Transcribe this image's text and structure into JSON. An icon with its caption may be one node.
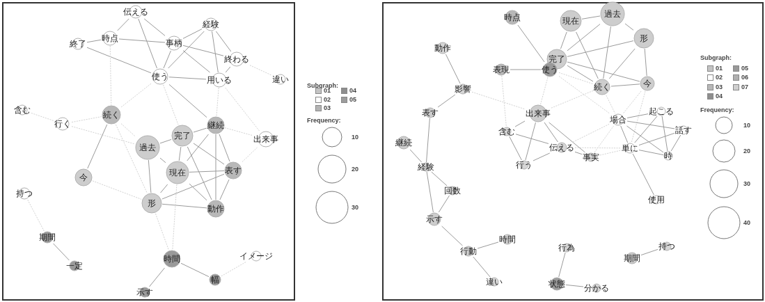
{
  "diagram": {
    "nodes": [
      {
        "text": [
          "伝える"
        ]
      },
      {
        "text": [
          "経験"
        ]
      },
      {
        "text": [
          "時点"
        ]
      },
      {
        "text": [
          "終了"
        ]
      },
      {
        "text": [
          "事柄"
        ]
      },
      {
        "text": [
          "終わる"
        ]
      },
      {
        "text": [
          "使う"
        ]
      },
      {
        "text": [
          "用いる"
        ]
      },
      {
        "text": [
          "違い"
        ]
      },
      {
        "text": [
          "含む"
        ]
      },
      {
        "text": [
          "行く"
        ]
      },
      {
        "text": [
          "続く"
        ]
      },
      {
        "text": [
          "継続"
        ]
      },
      {
        "text": [
          "出来事"
        ]
      },
      {
        "text": [
          "完了"
        ]
      },
      {
        "text": [
          "過去"
        ]
      },
      {
        "text": [
          "現在"
        ]
      },
      {
        "text": [
          "今"
        ]
      },
      {
        "text": [
          "表す"
        ]
      },
      {
        "text": [
          "形"
        ]
      },
      {
        "text": [
          "動作"
        ]
      },
      {
        "text": [
          "持つ"
        ]
      },
      {
        "text": [
          "期間"
        ]
      },
      {
        "text": [
          "時間"
        ]
      },
      {
        "text": [
          "イメージ"
        ]
      },
      {
        "text": [
          "一定"
        ]
      },
      {
        "text": [
          "幅"
        ]
      },
      {
        "text": [
          "示す"
        ]
      },
      {
        "text": [
          "現在"
        ]
      },
      {
        "text": [
          "過去"
        ]
      },
      {
        "text": [
          "時点"
        ]
      },
      {
        "text": [
          "完了"
        ]
      },
      {
        "text": [
          "形"
        ]
      },
      {
        "text": [
          "動作"
        ]
      },
      {
        "text": [
          "表現"
        ]
      },
      {
        "text": [
          "使う"
        ]
      },
      {
        "text": [
          "続く"
        ]
      },
      {
        "text": [
          "今"
        ]
      },
      {
        "text": [
          "影響"
        ]
      },
      {
        "text": [
          "表す"
        ]
      },
      {
        "text": [
          "出来事"
        ]
      },
      {
        "text": [
          "場合"
        ]
      },
      {
        "text": [
          "起こる"
        ]
      },
      {
        "text": [
          "話す"
        ]
      },
      {
        "text": [
          "含む"
        ]
      },
      {
        "text": [
          "継続"
        ]
      },
      {
        "text": [
          "伝える"
        ]
      },
      {
        "text": [
          "単に"
        ]
      },
      {
        "text": [
          "事実"
        ]
      },
      {
        "text": [
          "時"
        ]
      },
      {
        "text": [
          "行う"
        ]
      },
      {
        "text": [
          "経験"
        ]
      },
      {
        "text": [
          "回数"
        ]
      },
      {
        "text": [
          "使用"
        ]
      },
      {
        "text": [
          "示す"
        ]
      },
      {
        "text": [
          "時間"
        ]
      },
      {
        "text": [
          "行為"
        ]
      },
      {
        "text": [
          "持つ"
        ]
      },
      {
        "text": [
          "行動"
        ]
      },
      {
        "text": [
          "期間"
        ]
      },
      {
        "text": [
          "違い"
        ]
      },
      {
        "text": [
          "状態"
        ]
      },
      {
        "text": [
          "分かる"
        ]
      }
    ],
    "edges": [
      {
        "from": 0,
        "to": 2,
        "arrow": "none"
      },
      {
        "from": 0,
        "to": 4,
        "arrow": "none"
      },
      {
        "from": 0,
        "to": 6,
        "arrow": "none"
      },
      {
        "from": 2,
        "to": 3,
        "arrow": "none"
      },
      {
        "from": 2,
        "to": 4,
        "arrow": "none"
      },
      {
        "from": 3,
        "to": 6,
        "arrow": "none"
      },
      {
        "from": 4,
        "to": 6,
        "arrow": "none"
      },
      {
        "from": 4,
        "to": 1,
        "arrow": "none"
      },
      {
        "from": 4,
        "to": 5,
        "arrow": "none"
      },
      {
        "from": 4,
        "to": 7,
        "arrow": "none"
      },
      {
        "from": 1,
        "to": 6,
        "arrow": "none"
      },
      {
        "from": 1,
        "to": 7,
        "arrow": "none"
      },
      {
        "from": 1,
        "to": 5,
        "arrow": "none"
      },
      {
        "from": 6,
        "to": 7,
        "arrow": "none"
      },
      {
        "from": 5,
        "to": 7,
        "arrow": "none"
      },
      {
        "from": 5,
        "to": 8,
        "arrow": "none",
        "style": "dashed"
      },
      {
        "from": 2,
        "to": 11,
        "arrow": "none",
        "style": "dashed"
      },
      {
        "from": 6,
        "to": 11,
        "arrow": "none",
        "style": "dashed"
      },
      {
        "from": 6,
        "to": 14,
        "arrow": "none",
        "style": "dashed"
      },
      {
        "from": 6,
        "to": 12,
        "arrow": "none"
      },
      {
        "from": 7,
        "to": 12,
        "arrow": "none",
        "style": "dashed"
      },
      {
        "from": 7,
        "to": 13,
        "arrow": "none",
        "style": "dashed"
      },
      {
        "from": 9,
        "to": 10,
        "arrow": "none",
        "style": "dashed"
      },
      {
        "from": 10,
        "to": 11,
        "arrow": "none",
        "style": "dashed"
      },
      {
        "from": 10,
        "to": 15,
        "arrow": "none",
        "style": "dashed"
      },
      {
        "from": 11,
        "to": 17,
        "arrow": "none"
      },
      {
        "from": 11,
        "to": 15,
        "arrow": "none",
        "style": "dashed"
      },
      {
        "from": 11,
        "to": 19,
        "arrow": "none",
        "style": "dashed"
      },
      {
        "from": 12,
        "to": 13,
        "arrow": "none",
        "style": "dashed"
      },
      {
        "from": 12,
        "to": 14,
        "arrow": "none"
      },
      {
        "from": 12,
        "to": 18,
        "arrow": "none"
      },
      {
        "from": 12,
        "to": 20,
        "arrow": "none"
      },
      {
        "from": 12,
        "to": 16,
        "arrow": "none"
      },
      {
        "from": 14,
        "to": 15,
        "arrow": "none"
      },
      {
        "from": 14,
        "to": 16,
        "arrow": "none"
      },
      {
        "from": 14,
        "to": 18,
        "arrow": "none"
      },
      {
        "from": 14,
        "to": 20,
        "arrow": "none"
      },
      {
        "from": 15,
        "to": 16,
        "arrow": "none"
      },
      {
        "from": 15,
        "to": 19,
        "arrow": "none"
      },
      {
        "from": 16,
        "to": 19,
        "arrow": "none"
      },
      {
        "from": 16,
        "to": 18,
        "arrow": "none"
      },
      {
        "from": 16,
        "to": 20,
        "arrow": "none"
      },
      {
        "from": 19,
        "to": 20,
        "arrow": "none"
      },
      {
        "from": 19,
        "to": 18,
        "arrow": "none"
      },
      {
        "from": 18,
        "to": 20,
        "arrow": "none"
      },
      {
        "from": 18,
        "to": 13,
        "arrow": "none",
        "style": "dashed"
      },
      {
        "from": 17,
        "to": 19,
        "arrow": "none",
        "style": "dashed"
      },
      {
        "from": 19,
        "to": 23,
        "arrow": "none",
        "style": "dashed"
      },
      {
        "from": 16,
        "to": 23,
        "arrow": "none",
        "style": "dashed"
      },
      {
        "from": 21,
        "to": 22,
        "arrow": "none",
        "style": "dashed"
      },
      {
        "from": 22,
        "to": 25,
        "arrow": "none"
      },
      {
        "from": 23,
        "to": 26,
        "arrow": "none"
      },
      {
        "from": 23,
        "to": 27,
        "arrow": "none"
      },
      {
        "from": 26,
        "to": 24,
        "arrow": "none",
        "style": "dashed"
      },
      {
        "from": 28,
        "to": 29,
        "arrow": "none"
      },
      {
        "from": 28,
        "to": 31,
        "arrow": "none"
      },
      {
        "from": 29,
        "to": 32,
        "arrow": "none"
      },
      {
        "from": 31,
        "to": 32,
        "arrow": "none"
      },
      {
        "from": 29,
        "to": 31,
        "arrow": "none"
      },
      {
        "from": 28,
        "to": 36,
        "arrow": "none"
      },
      {
        "from": 31,
        "to": 36,
        "arrow": "none"
      },
      {
        "from": 29,
        "to": 36,
        "arrow": "none"
      },
      {
        "from": 32,
        "to": 36,
        "arrow": "none"
      },
      {
        "from": 32,
        "to": 37,
        "arrow": "none"
      },
      {
        "from": 31,
        "to": 37,
        "arrow": "none"
      },
      {
        "from": 36,
        "to": 37,
        "arrow": "none"
      },
      {
        "from": 30,
        "to": 35,
        "arrow": "none"
      },
      {
        "from": 34,
        "to": 35,
        "arrow": "none"
      },
      {
        "from": 35,
        "to": 36,
        "arrow": "none",
        "style": "dashed"
      },
      {
        "from": 34,
        "to": 44,
        "arrow": "none",
        "style": "dashed"
      },
      {
        "from": 35,
        "to": 40,
        "arrow": "none",
        "style": "dashed"
      },
      {
        "from": 35,
        "to": 41,
        "arrow": "none",
        "style": "dashed"
      },
      {
        "from": 36,
        "to": 40,
        "arrow": "none",
        "style": "dashed"
      },
      {
        "from": 36,
        "to": 41,
        "arrow": "none",
        "style": "dashed"
      },
      {
        "from": 37,
        "to": 41,
        "arrow": "none",
        "style": "dashed"
      },
      {
        "from": 37,
        "to": 47,
        "arrow": "none",
        "style": "dashed"
      },
      {
        "from": 33,
        "to": 38,
        "arrow": "none"
      },
      {
        "from": 38,
        "to": 39,
        "arrow": "none"
      },
      {
        "from": 38,
        "to": 40,
        "arrow": "none",
        "style": "dashed"
      },
      {
        "from": 39,
        "to": 51,
        "arrow": "none"
      },
      {
        "from": 45,
        "to": 51,
        "arrow": "none"
      },
      {
        "from": 51,
        "to": 52,
        "arrow": "none"
      },
      {
        "from": 51,
        "to": 54,
        "arrow": "none"
      },
      {
        "from": 52,
        "to": 54,
        "arrow": "none"
      },
      {
        "from": 54,
        "to": 58,
        "arrow": "none"
      },
      {
        "from": 58,
        "to": 55,
        "arrow": "none"
      },
      {
        "from": 58,
        "to": 60,
        "arrow": "none"
      },
      {
        "from": 56,
        "to": 61,
        "arrow": "none"
      },
      {
        "from": 61,
        "to": 62,
        "arrow": "none"
      },
      {
        "from": 59,
        "to": 57,
        "arrow": "none"
      },
      {
        "from": 40,
        "to": 44,
        "arrow": "none"
      },
      {
        "from": 40,
        "to": 50,
        "arrow": "none"
      },
      {
        "from": 40,
        "to": 46,
        "arrow": "none"
      },
      {
        "from": 40,
        "to": 48,
        "arrow": "none"
      },
      {
        "from": 44,
        "to": 46,
        "arrow": "none"
      },
      {
        "from": 44,
        "to": 50,
        "arrow": "none"
      },
      {
        "from": 46,
        "to": 50,
        "arrow": "none"
      },
      {
        "from": 46,
        "to": 48,
        "arrow": "none"
      },
      {
        "from": 46,
        "to": 47,
        "arrow": "none",
        "style": "dashed"
      },
      {
        "from": 48,
        "to": 41,
        "arrow": "none",
        "style": "dashed"
      },
      {
        "from": 48,
        "to": 47,
        "arrow": "none",
        "style": "dashed"
      },
      {
        "from": 46,
        "to": 41,
        "arrow": "none",
        "style": "dashed"
      },
      {
        "from": 41,
        "to": 42,
        "arrow": "none"
      },
      {
        "from": 41,
        "to": 43,
        "arrow": "none"
      },
      {
        "from": 41,
        "to": 47,
        "arrow": "none"
      },
      {
        "from": 41,
        "to": 49,
        "arrow": "none"
      },
      {
        "from": 47,
        "to": 42,
        "arrow": "none"
      },
      {
        "from": 47,
        "to": 43,
        "arrow": "none"
      },
      {
        "from": 47,
        "to": 49,
        "arrow": "none"
      },
      {
        "from": 42,
        "to": 49,
        "arrow": "none"
      },
      {
        "from": 43,
        "to": 49,
        "arrow": "none"
      },
      {
        "from": 47,
        "to": 53,
        "arrow": "none"
      }
    ],
    "labels": [
      "Subgraph:",
      "Frequency:",
      "Subgraph:",
      "Frequency:"
    ],
    "legend": [
      {
        "text": "01",
        "color": "#c4c4c4"
      },
      {
        "text": "02",
        "color": "#ffffff"
      },
      {
        "text": "03",
        "color": "#b4b4b4"
      },
      {
        "text": "04",
        "color": "#8e8e8e"
      },
      {
        "text": "05",
        "color": "#9c9c9c"
      },
      {
        "text": "10"
      },
      {
        "text": "20"
      },
      {
        "text": "30"
      },
      {
        "text": "01",
        "color": "#c4c4c4"
      },
      {
        "text": "02",
        "color": "#ffffff"
      },
      {
        "text": "03",
        "color": "#b8b8b8"
      },
      {
        "text": "04",
        "color": "#8e8e8e"
      },
      {
        "text": "05",
        "color": "#999999"
      },
      {
        "text": "06",
        "color": "#b0b0b0"
      },
      {
        "text": "07",
        "color": "#cfcfcf"
      },
      {
        "text": "10"
      },
      {
        "text": "20"
      },
      {
        "text": "30"
      },
      {
        "text": "40"
      }
    ]
  }
}
